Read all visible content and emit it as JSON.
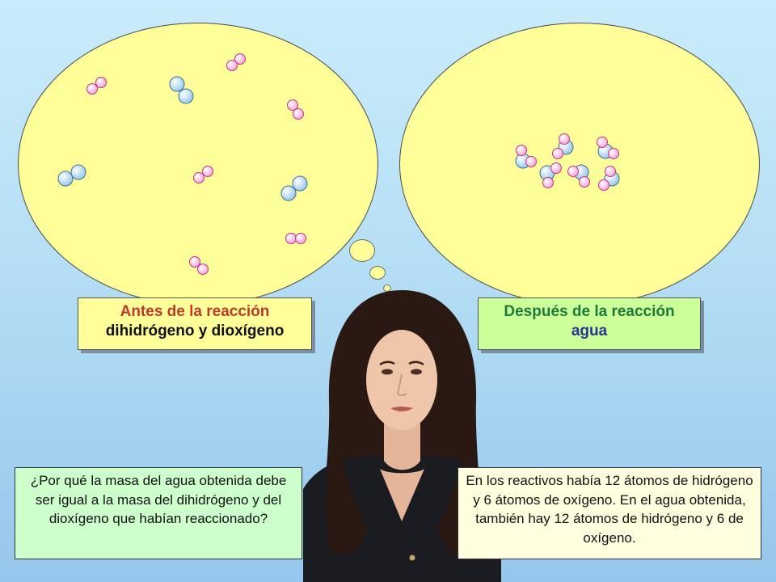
{
  "labels": {
    "before": {
      "line1": "Antes de la reacción",
      "line2": "dihidrógeno y dioxígeno",
      "bg": "#ffff99"
    },
    "after": {
      "line1": "Después de la reacción",
      "line2": "agua",
      "bg": "#ccff99"
    }
  },
  "notes": {
    "question": "¿Por qué la masa del agua obtenida debe ser igual a la masa del dihidrógeno y del dioxígeno que habían reaccionado?",
    "answer": "En los reactivos había 12 átomos de hidrógeno y 6 átomos de oxígeno. En el agua obtenida, también hay 12 átomos de hidrógeno y 6 de oxígeno."
  },
  "colors": {
    "bubble_fill": "#ffff99",
    "hydrogen_atom": "#ffccf2",
    "oxygen_atom": "#cce6f7",
    "question_bg": "#ccffcc",
    "answer_bg": "#ffffe0"
  },
  "icons": [
    "thought-bubble",
    "hydrogen-molecule-icon",
    "oxygen-molecule-icon",
    "water-molecule-icon",
    "person-illustration"
  ]
}
